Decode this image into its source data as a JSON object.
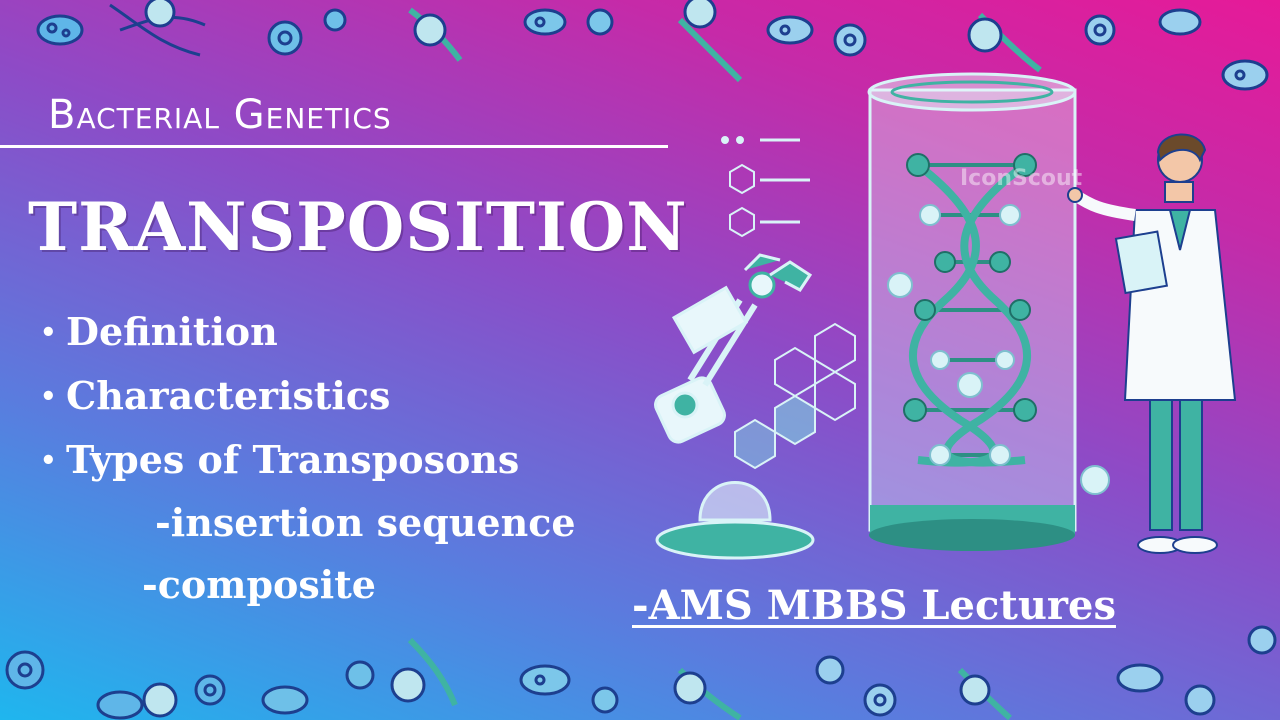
{
  "slide": {
    "subtitle": "Bacterial Genetics",
    "title": "TRANSPOSITION",
    "bullets": [
      {
        "label": "Definition"
      },
      {
        "label": "Characteristics"
      },
      {
        "label": "Types of Transposons"
      }
    ],
    "sub_items": [
      {
        "label": "-insertion sequence"
      },
      {
        "label": "-composite"
      }
    ],
    "credit": "-AMS MBBS Lectures",
    "watermark": "IconScout"
  },
  "colors": {
    "gradient_start": "#1fb6ee",
    "gradient_mid": "#8d4bc7",
    "gradient_end": "#e61a98",
    "illustration_teal": "#3fb3a3",
    "illustration_light": "#d9f3f7",
    "icon_navy": "#1d3f8f",
    "text": "#ffffff"
  },
  "illustration": {
    "elements": [
      "dna-cylinder-illustration",
      "robotic-arm-illustration",
      "scientist-illustration",
      "hexagon-molecules",
      "bacteria-icons",
      "dna-magnifier-icons"
    ]
  }
}
